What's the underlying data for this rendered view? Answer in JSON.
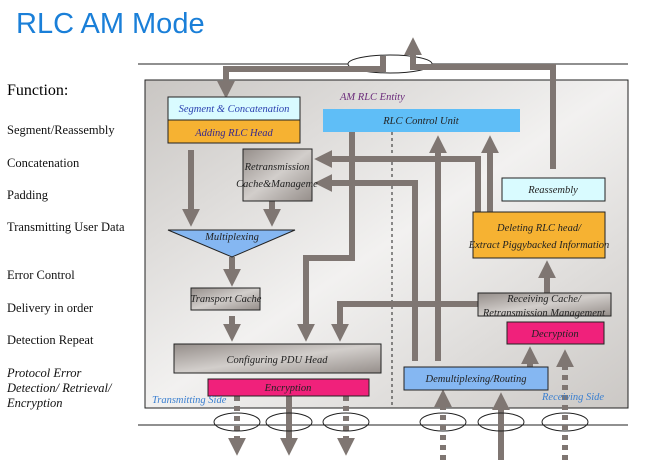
{
  "title": "RLC AM Mode",
  "functions": {
    "heading": "Function:",
    "items": [
      "Segment/Reassembly",
      "Concatenation",
      "Padding",
      "Transmitting User Data",
      "Error Control",
      "Delivery in order",
      "Detection Repeat",
      "Protocol Error Detection/ Retrieval/ Encryption"
    ]
  },
  "diagram": {
    "entity": "AM RLC Entity",
    "segment": "Segment & Concatenation",
    "adding": "Adding RLC Head",
    "control": "RLC Control Unit",
    "retrans1": "Retransmission",
    "retrans2": "Cache&Manageme",
    "reassembly": "Reassembly",
    "deleting1": "Deleting RLC head/",
    "deleting2": "Extract Piggybacked Information",
    "multiplexing": "Multiplexing",
    "transport": "Transport Cache",
    "receiving1": "Receiving Cache/",
    "receiving2": "Retransmission  Management",
    "decryption": "Decryption",
    "configuring": "Configuring PDU Head",
    "encryption": "Encryption",
    "demux": "Demultiplexing/Routing",
    "tx_side": "Transmitting  Side",
    "rx_side": "Receiving Side"
  },
  "colors": {
    "arrow": "#7f7672",
    "cyan": "#d9fbff",
    "orange": "#f6b232",
    "blue": "#5fbef7",
    "grey": "#aca6a2",
    "pink": "#f0217b",
    "demux": "#85b7f2"
  }
}
